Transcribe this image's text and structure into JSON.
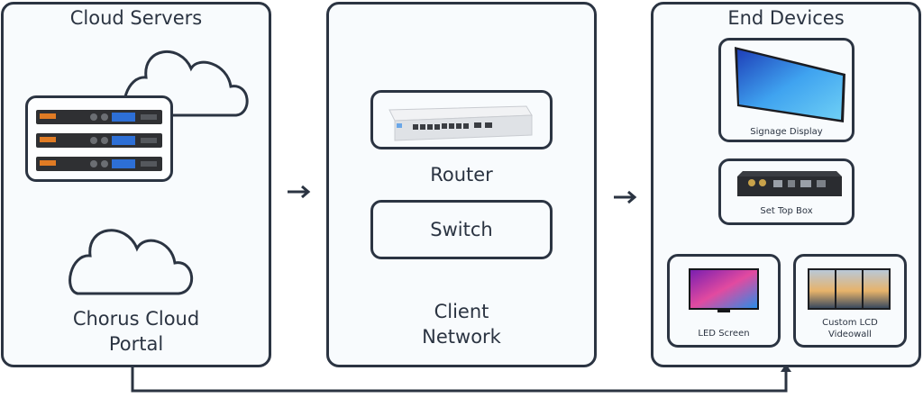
{
  "cloud_servers": {
    "title": "Cloud Servers",
    "portal_label_line1": "Chorus Cloud",
    "portal_label_line2": "Portal"
  },
  "client_network": {
    "router_label": "Router",
    "switch_label": "Switch",
    "title_line1": "Client",
    "title_line2": "Network"
  },
  "end_devices": {
    "title": "End Devices",
    "signage_label": "Signage Display",
    "settop_label": "Set Top Box",
    "led_label": "LED Screen",
    "videowall_line1": "Custom LCD",
    "videowall_line2": "Videowall"
  },
  "colors": {
    "outline": "#2b3442",
    "panel_bg": "#f8fbfd"
  }
}
